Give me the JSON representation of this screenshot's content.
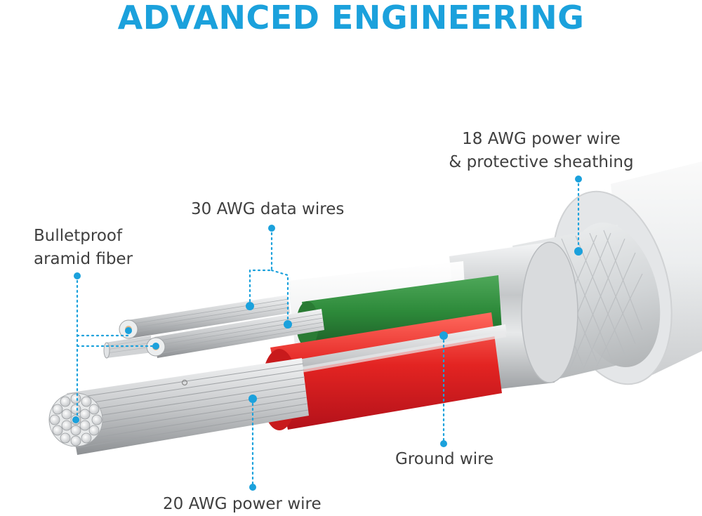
{
  "title": "ADVANCED ENGINEERING",
  "colors": {
    "accent": "#1ba1dc",
    "text": "#3f3f3f",
    "green_wire": "#2d8a3a",
    "red_wire": "#e32422",
    "silver": "#d8dadc"
  },
  "labels": {
    "power_18awg": {
      "line1": "18 AWG power wire",
      "line2": "& protective sheathing"
    },
    "data_30awg": {
      "line1": "30 AWG data wires"
    },
    "aramid": {
      "line1": "Bulletproof",
      "line2": "aramid fiber"
    },
    "ground": {
      "line1": "Ground wire"
    },
    "power_20awg": {
      "line1": "20 AWG power wire"
    }
  }
}
